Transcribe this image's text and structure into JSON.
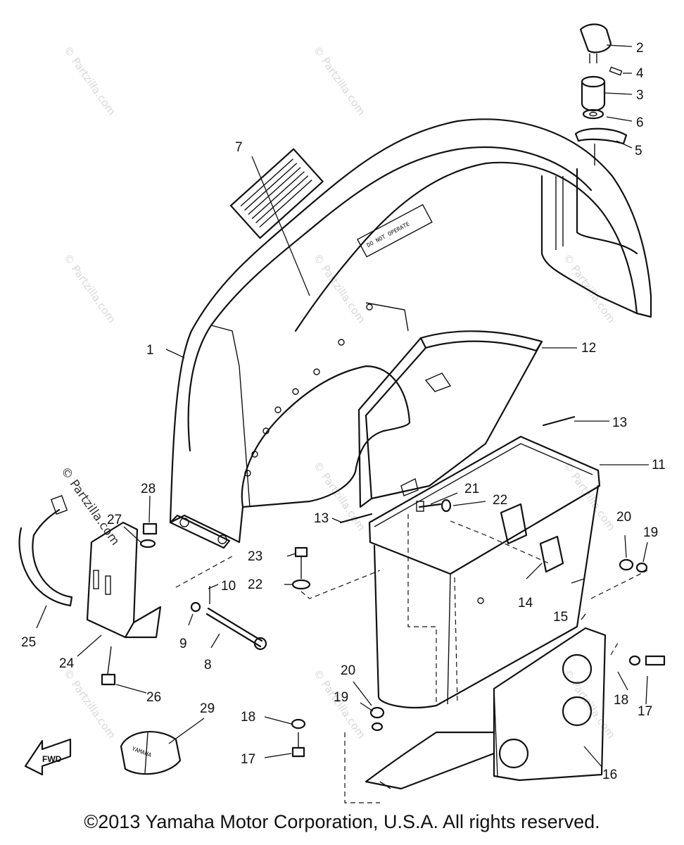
{
  "watermark": "© Partzilla.com",
  "decal_text": "DO NOT OPERATE",
  "fwd_label": "FWD",
  "brand_mark": "YAMAHA",
  "copyright": "©2013 Yamaha Motor Corporation, U.S.A. All rights reserved.",
  "callouts": [
    {
      "id": "1",
      "label": "1"
    },
    {
      "id": "2",
      "label": "2"
    },
    {
      "id": "3",
      "label": "3"
    },
    {
      "id": "4",
      "label": "4"
    },
    {
      "id": "5",
      "label": "5"
    },
    {
      "id": "6",
      "label": "6"
    },
    {
      "id": "7",
      "label": "7"
    },
    {
      "id": "8",
      "label": "8"
    },
    {
      "id": "9",
      "label": "9"
    },
    {
      "id": "10",
      "label": "10"
    },
    {
      "id": "11",
      "label": "11"
    },
    {
      "id": "12",
      "label": "12"
    },
    {
      "id": "13a",
      "label": "13"
    },
    {
      "id": "13b",
      "label": "13"
    },
    {
      "id": "14",
      "label": "14"
    },
    {
      "id": "15",
      "label": "15"
    },
    {
      "id": "16",
      "label": "16"
    },
    {
      "id": "17a",
      "label": "17"
    },
    {
      "id": "17b",
      "label": "17"
    },
    {
      "id": "18a",
      "label": "18"
    },
    {
      "id": "18b",
      "label": "18"
    },
    {
      "id": "19a",
      "label": "19"
    },
    {
      "id": "19b",
      "label": "19"
    },
    {
      "id": "20a",
      "label": "20"
    },
    {
      "id": "20b",
      "label": "20"
    },
    {
      "id": "21",
      "label": "21"
    },
    {
      "id": "22a",
      "label": "22"
    },
    {
      "id": "22b",
      "label": "22"
    },
    {
      "id": "23",
      "label": "23"
    },
    {
      "id": "24",
      "label": "24"
    },
    {
      "id": "25",
      "label": "25"
    },
    {
      "id": "26",
      "label": "26"
    },
    {
      "id": "27",
      "label": "27"
    },
    {
      "id": "28",
      "label": "28"
    },
    {
      "id": "29",
      "label": "29"
    }
  ]
}
